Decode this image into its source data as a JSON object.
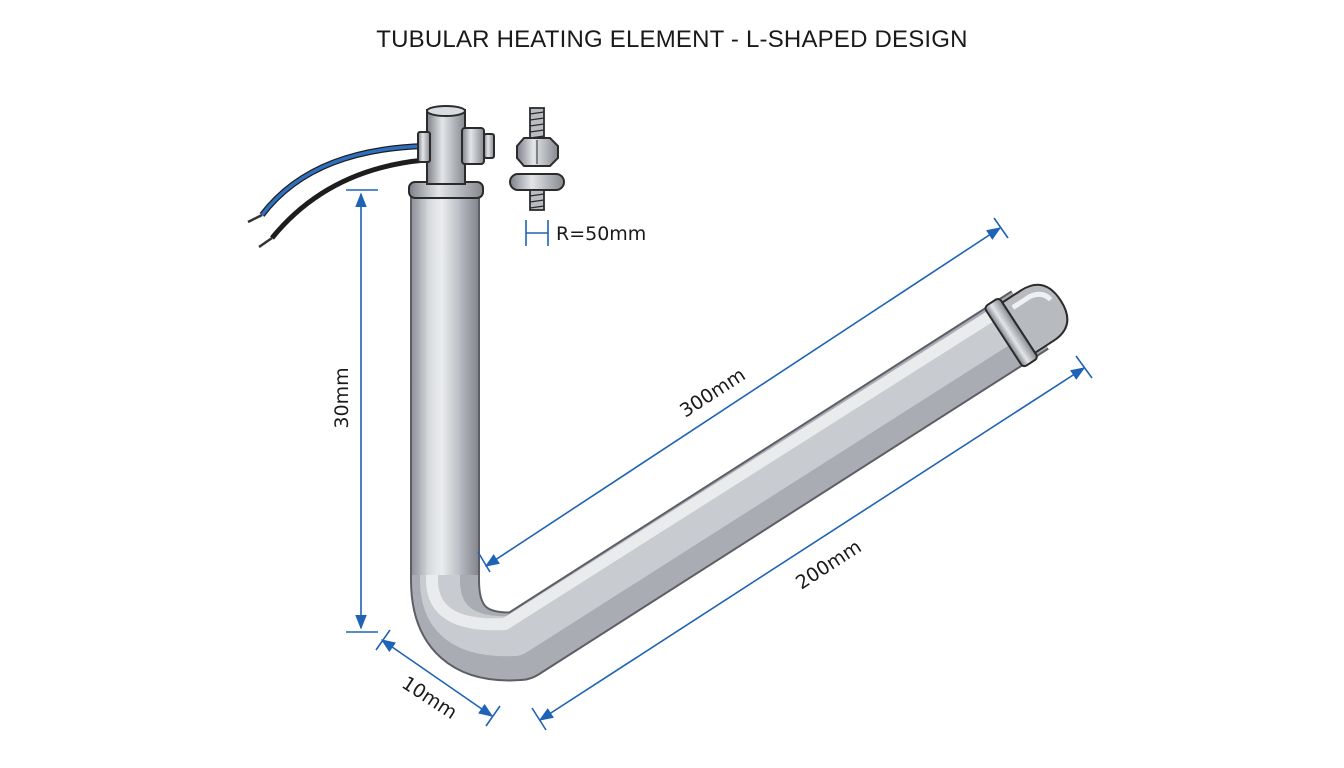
{
  "title": "TUBULAR HEATING ELEMENT - L-SHAPED DESIGN",
  "colors": {
    "dimension_line": "#1e63b5",
    "wire_blue": "#2f6fc0",
    "wire_black": "#222222",
    "tube_metal": "#b8bcc2",
    "background": "#ffffff"
  },
  "dimensions": {
    "vertical_height": "30mm",
    "bend_radius": "R=50mm",
    "diagonal_top": "300mm",
    "diagonal_bottom": "200mm",
    "tube_diameter": "10mm"
  }
}
